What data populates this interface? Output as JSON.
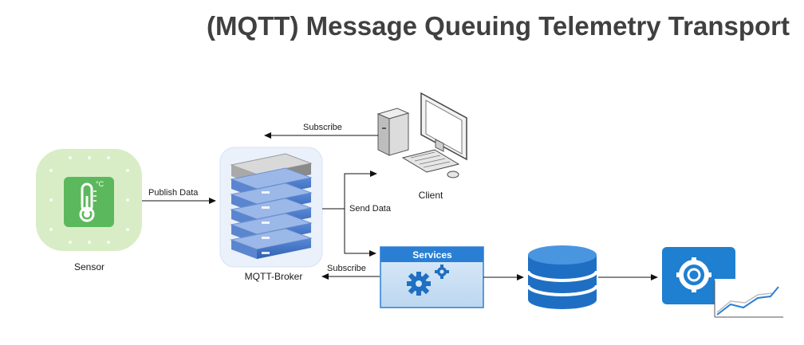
{
  "title": "(MQTT) Message Queuing Telemetry Transport",
  "nodes": {
    "sensor": "Sensor",
    "broker": "MQTT-Broker",
    "client": "Client",
    "services": "Services",
    "sensor_unit": "°C"
  },
  "edges": {
    "publish": "Publish Data",
    "subscribe_client": "Subscribe",
    "send": "Send Data",
    "subscribe_services": "Subscribe"
  },
  "icons": {
    "sensor": "thermometer-icon",
    "broker": "server-rack-icon",
    "client": "desktop-computer-icon",
    "services": "gears-icon",
    "database": "database-icon",
    "dashboard": "grafana-icon"
  },
  "colors": {
    "sensor_bg": "#d6ecc4",
    "sensor_fg": "#5cb85c",
    "services_blue": "#2a7fd4",
    "db_blue": "#1e6fc4",
    "dashboard_blue": "#1f7fd0"
  }
}
